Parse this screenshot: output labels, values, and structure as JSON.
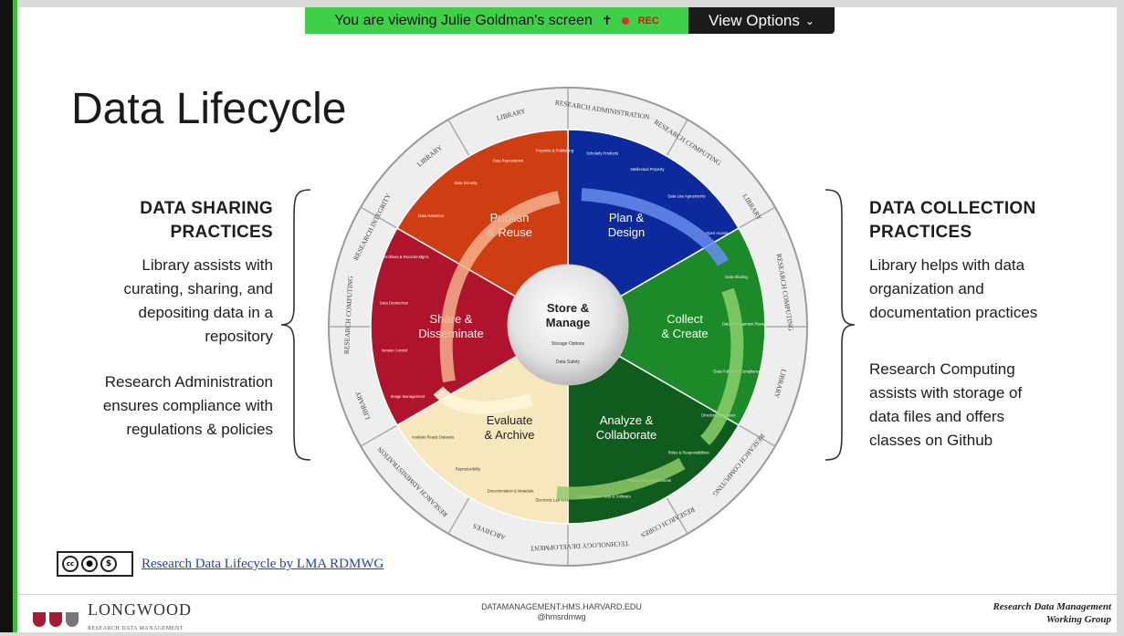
{
  "banner": {
    "text": "You are viewing Julie Goldman's screen",
    "rec": "REC",
    "view_options": "View Options"
  },
  "slide": {
    "title": "Data Lifecycle",
    "left": {
      "heading_line1": "DATA SHARING",
      "heading_line2": "PRACTICES",
      "body1": [
        "Library assists with",
        "curating, sharing, and",
        "depositing data in a",
        "repository"
      ],
      "body2": [
        "Research Administration",
        "ensures compliance with",
        "regulations & policies"
      ]
    },
    "right": {
      "heading_line1": "DATA COLLECTION",
      "heading_line2": "PRACTICES",
      "body1": [
        "Library helps with data",
        "organization and",
        "documentation practices"
      ],
      "body2": [
        "Research Computing",
        "assists with storage of",
        "data files and offers",
        "classes on Github"
      ]
    },
    "wheel": {
      "center": {
        "title1": "Store &",
        "title2": "Manage",
        "sub1": "Storage Options",
        "sub2": "Data Safety"
      },
      "segments": [
        {
          "l1": "Publish",
          "l2": "& Reuse",
          "color": "#cf3d13"
        },
        {
          "l1": "Plan &",
          "l2": "Design",
          "color": "#0d2a9c"
        },
        {
          "l1": "Collect",
          "l2": "& Create",
          "color": "#1d8a2a"
        },
        {
          "l1": "Analyze &",
          "l2": "Collaborate",
          "color": "#0f5c1e"
        },
        {
          "l1": "Evaluate",
          "l2": "& Archive",
          "color": "#f6e7bd"
        },
        {
          "l1": "Share &",
          "l2": "Disseminate",
          "color": "#b0132c"
        }
      ],
      "ring_labels": [
        "LIBRARY",
        "RESEARCH ADMINISTRATION",
        "RESEARCH COMPUTING",
        "LIBRARY",
        "RESEARCH COMPUTING",
        "LIBRARY",
        "RESEARCH COMPUTING",
        "RESEARCH CORES",
        "TECHNOLOGY DEVELOPMENT",
        "ARCHIVES",
        "RESEARCH ADMINISTRATION",
        "LIBRARY",
        "RESEARCH COMPUTING",
        "RESEARCH INTEGRITY",
        "LIBRARY"
      ],
      "small_labels": [
        "Data Repositories",
        "Preprints & Publishing",
        "Scholarly Products",
        "Intellectual Property",
        "Data Use Agreements",
        "Open Access",
        "Data Sharing",
        "Data Management Plans",
        "Data Policies & Compliance",
        "Directory Structures",
        "Roles & Responsibilities",
        "File Naming Conventions",
        "Collaborative Tools & Software",
        "Electronic Lab Notebooks",
        "Documentation & Metadata",
        "Reproducibility",
        "Analysis Ready Datasets",
        "Image Management",
        "Version Control",
        "Data Destruction",
        "Archives & Records Mgmt.",
        "Data Retention",
        "Data Security"
      ]
    },
    "cc_link": "Research Data Lifecycle by LMA RDMWG",
    "cc_icons": [
      "cc",
      "by",
      "nc"
    ],
    "footer": {
      "logo": "LONGWOOD",
      "logo_sub": "RESEARCH DATA MANAGEMENT",
      "url": "DATAMANAGEMENT.HMS.HARVARD.EDU",
      "handle": "@hmsrdmwg",
      "group1": "Research Data Management",
      "group2": "Working Group"
    }
  }
}
